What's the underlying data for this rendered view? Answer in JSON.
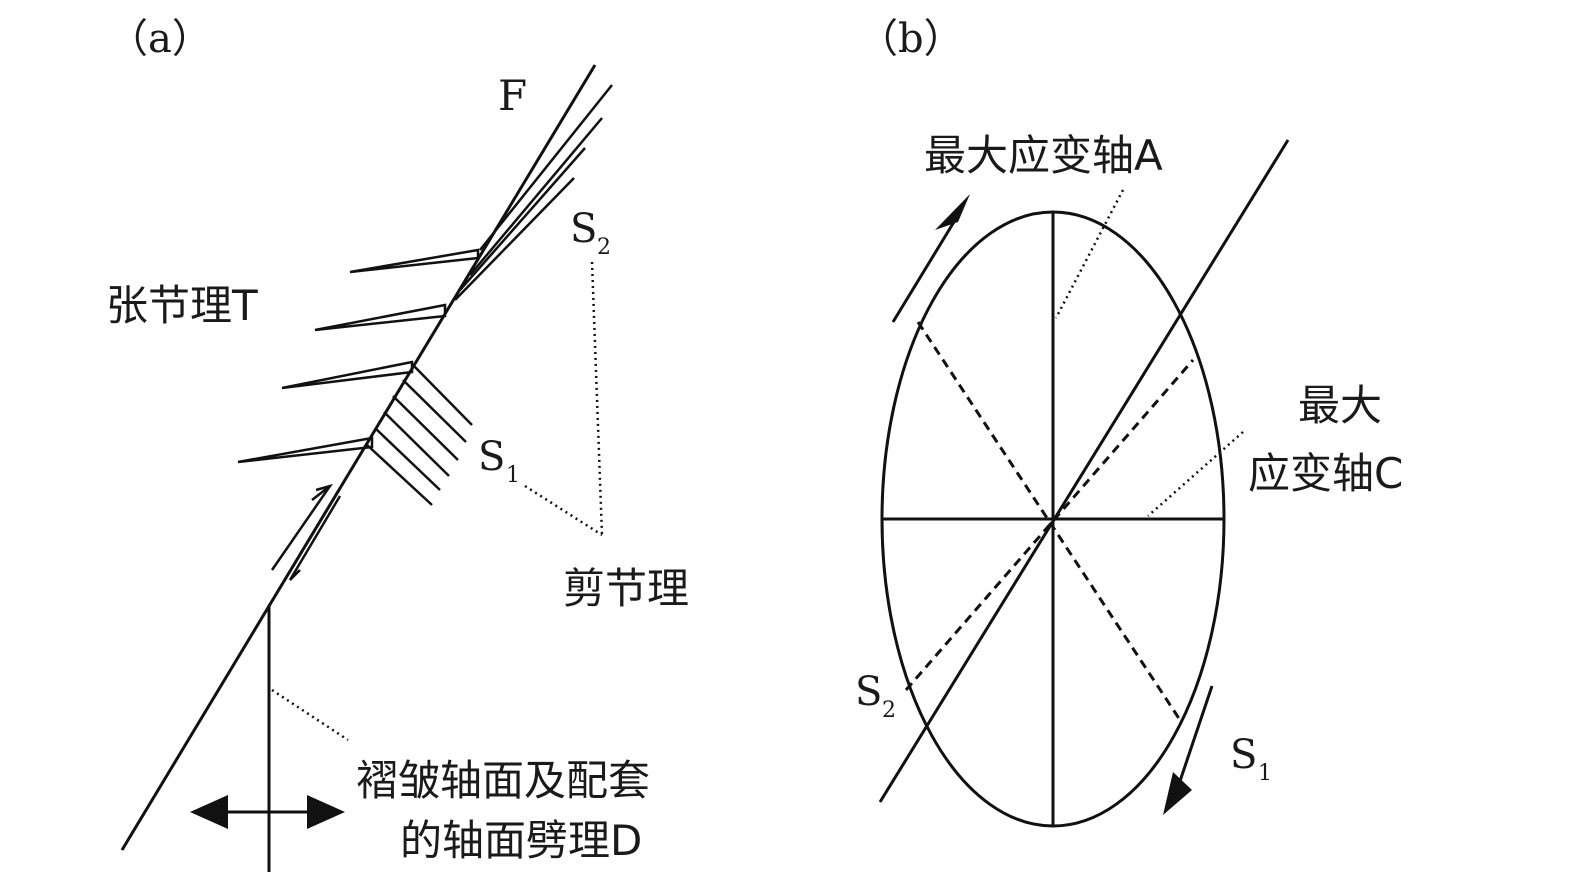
{
  "panel_a": {
    "label": "（a）",
    "fault_label": "F",
    "tension_joint_label": "张节理T",
    "s2_label": "S",
    "s2_sub": "2",
    "s1_label": "S",
    "s1_sub": "1",
    "shear_joint_label": "剪节理",
    "fold_axis_label_line1": "褶皱轴面及配套",
    "fold_axis_label_line2": "的轴面劈理D"
  },
  "panel_b": {
    "label": "（b）",
    "max_strain_axis_a_label": "最大应变轴A",
    "max_strain_axis_c_line1": "最大",
    "max_strain_axis_c_line2": "应变轴C",
    "s2_label": "S",
    "s2_sub": "2",
    "s1_label": "S",
    "s1_sub": "1"
  }
}
